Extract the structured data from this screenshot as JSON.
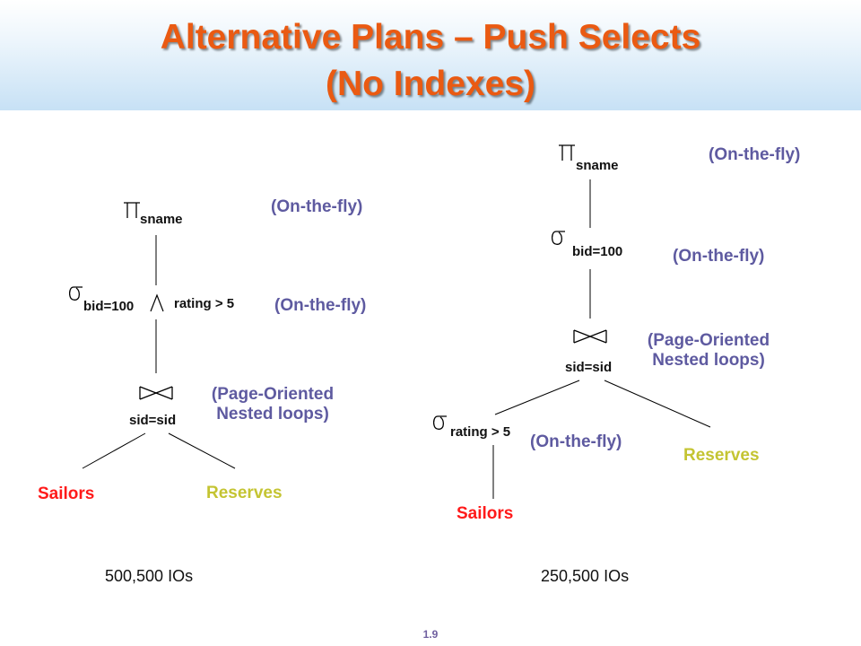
{
  "slide": {
    "title_line1": "Alternative Plans – Push Selects",
    "title_line2": "(No Indexes)",
    "page_number": "1.9"
  },
  "colors": {
    "title": "#ea5a12",
    "note": "#5e5aa0",
    "sailors": "#ff1a1a",
    "reserves": "#c4c432",
    "header_gradient_end": "#c7e1f5"
  },
  "left_plan": {
    "project_attr": "sname",
    "project_note": "(On-the-fly)",
    "select_bid": "bid=100",
    "select_rating": "rating > 5",
    "select_note": "(On-the-fly)",
    "join_cond": "sid=sid",
    "join_note_line1": "(Page-Oriented",
    "join_note_line2": "Nested  loops)",
    "leaf_left": "Sailors",
    "leaf_right": "Reserves",
    "cost": "500,500 IOs"
  },
  "right_plan": {
    "project_attr": "sname",
    "project_note": "(On-the-fly)",
    "select_bid": "bid=100",
    "select_bid_note": "(On-the-fly)",
    "join_cond": "sid=sid",
    "join_note_line1": "(Page-Oriented",
    "join_note_line2": "Nested  loops)",
    "select_rating": "rating > 5",
    "select_rating_note": "(On-the-fly)",
    "leaf_left": "Sailors",
    "leaf_right": "Reserves",
    "cost": "250,500 IOs"
  }
}
